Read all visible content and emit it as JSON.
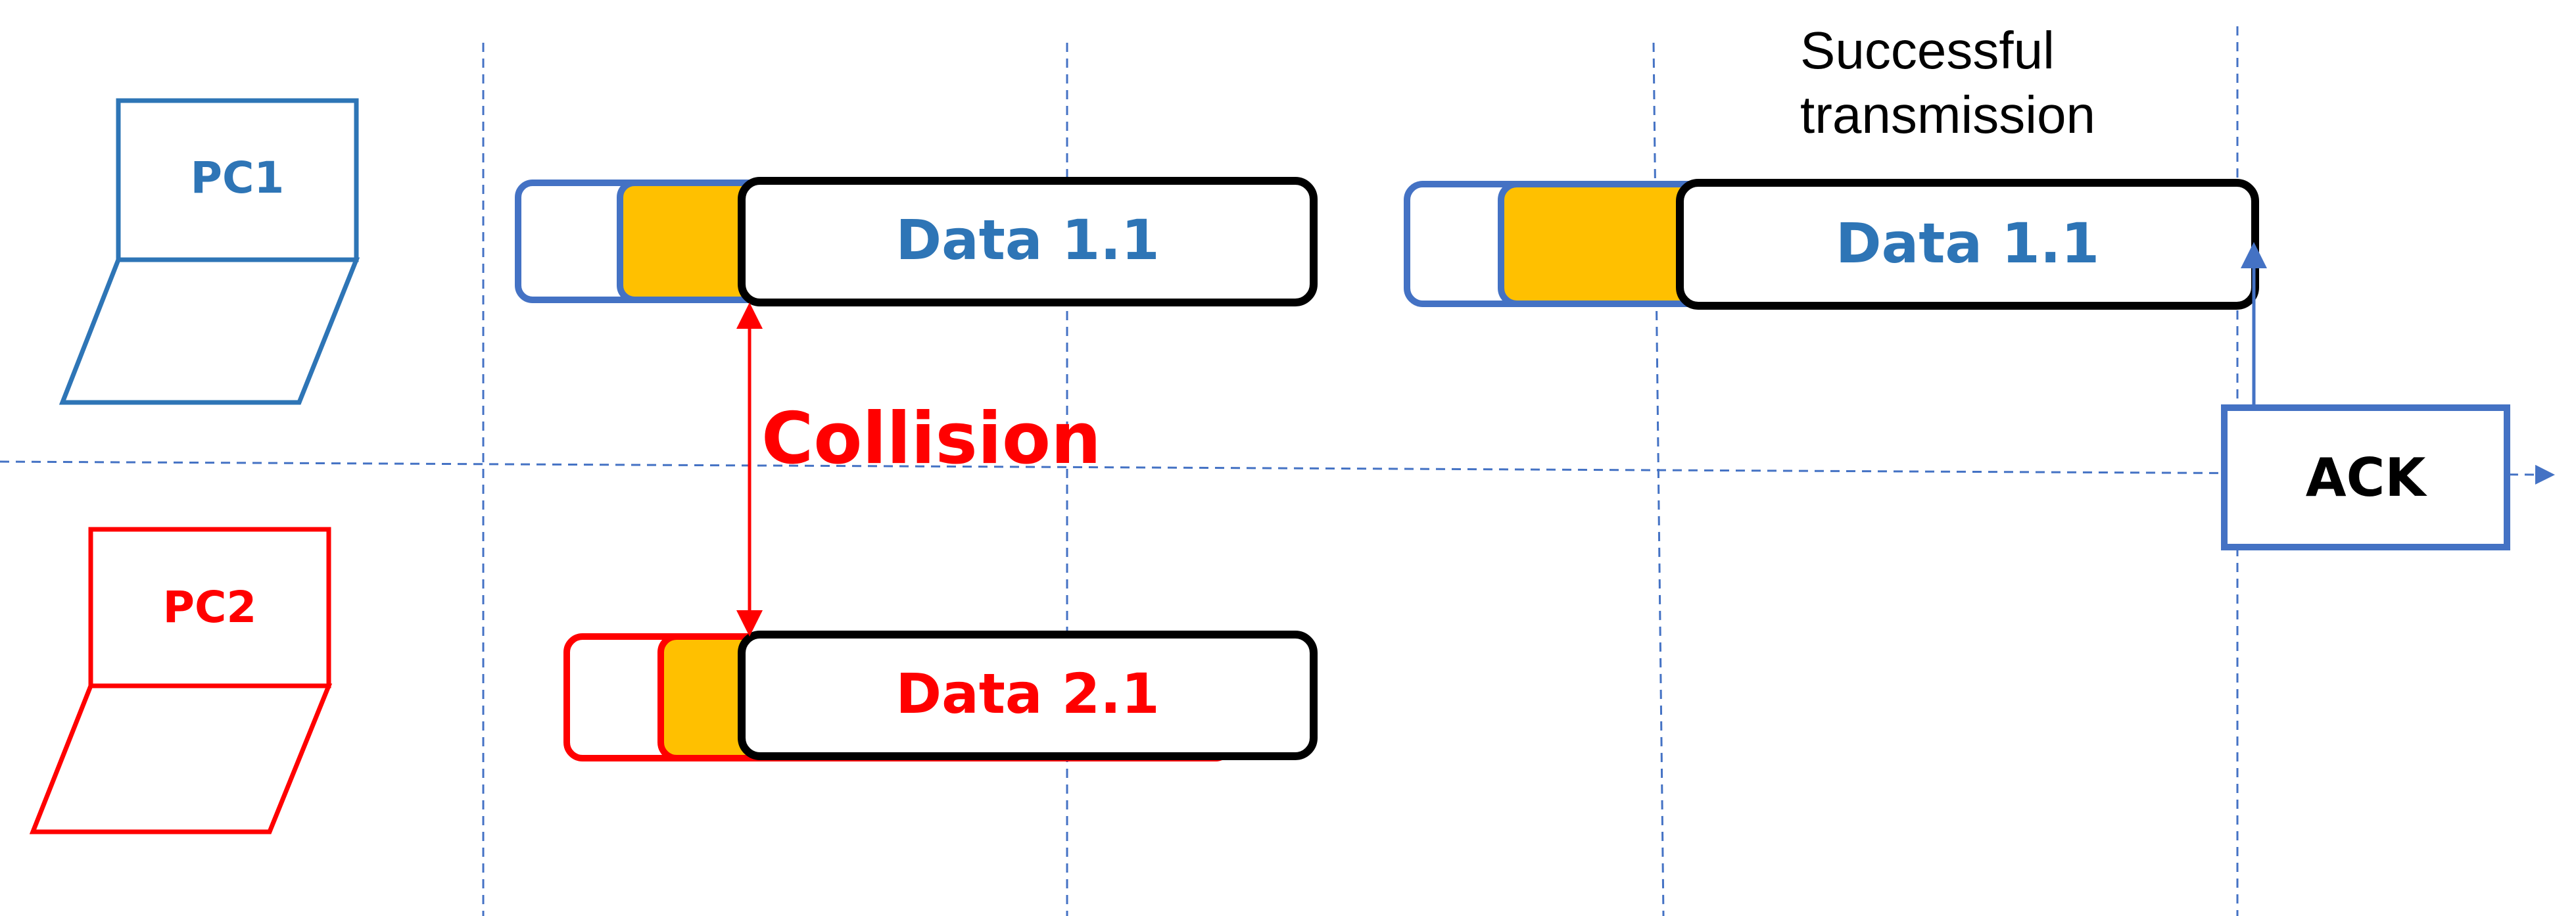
{
  "colors": {
    "pc1": "#2E75B6",
    "pc2": "#FF0000",
    "frame_header": "#FFC000",
    "guide_lines": "#4472C4",
    "text": "#000000"
  },
  "nodes": {
    "pc1_label": "PC1",
    "pc2_label": "PC2"
  },
  "frames": {
    "pc1_first": "Data 1.1",
    "pc2_first": "Data 2.1",
    "pc1_retry": "Data 1.1"
  },
  "annotations": {
    "collision": "Collision",
    "success": "Successful transmission",
    "ack": "ACK"
  }
}
